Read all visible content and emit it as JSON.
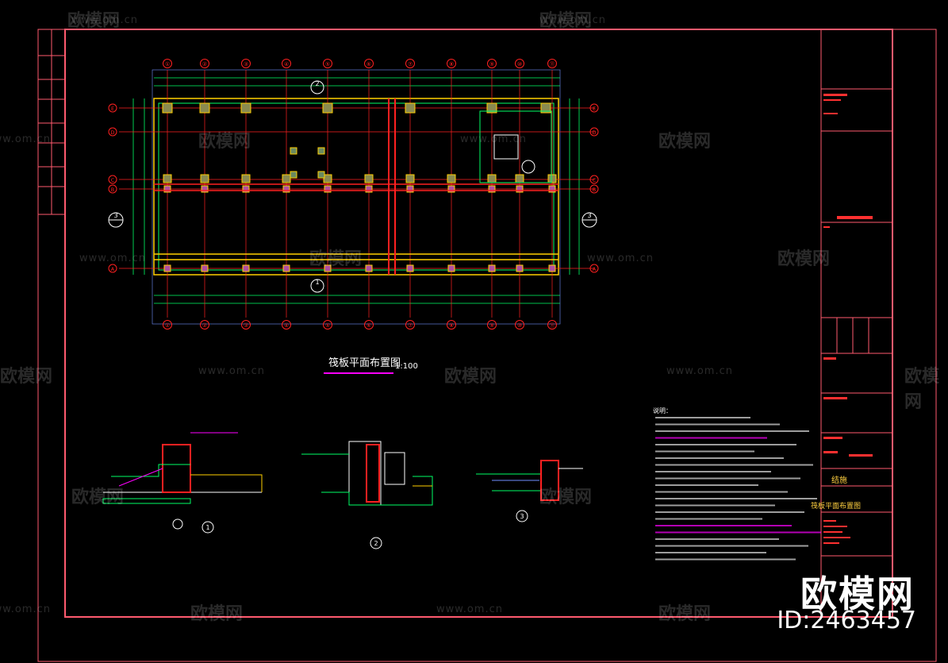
{
  "drawing": {
    "title": "筏板平面布置图",
    "scale": "1:100",
    "notes_heading": "说明：",
    "axis_labels_top": [
      "①",
      "②",
      "③",
      "④",
      "⑤",
      "⑥",
      "⑦",
      "⑧",
      "⑨",
      "⑩",
      "⑪"
    ],
    "axis_labels_side": [
      "E",
      "D",
      "C",
      "B",
      "A"
    ],
    "section_markers": [
      "1",
      "2",
      "3"
    ],
    "titleblock": {
      "sheet_label": "结施",
      "drawing_name": "筏板平面布置图"
    },
    "colors": {
      "background": "#000000",
      "border": "#ff5a6e",
      "axis": "#ff2020",
      "dimension": "#00ff66",
      "column": "#c8c870",
      "slab": "#ffd000",
      "highlight": "#ff00ff"
    }
  },
  "watermark": {
    "url_text": "www.om.cn",
    "brand_text": "欧模网",
    "big_brand": "欧模网",
    "id_text": "ID:2463457"
  }
}
